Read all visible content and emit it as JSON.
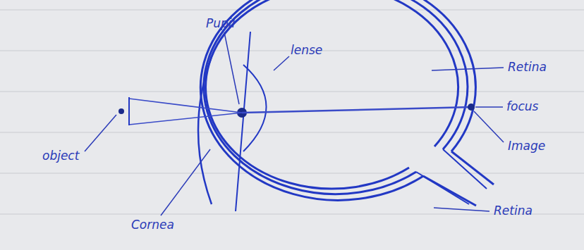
{
  "diagram": {
    "labels": [
      "Pupil",
      "lense",
      "Retina",
      "focus",
      "Image",
      "object",
      "Cornea",
      "Retina"
    ]
  }
}
